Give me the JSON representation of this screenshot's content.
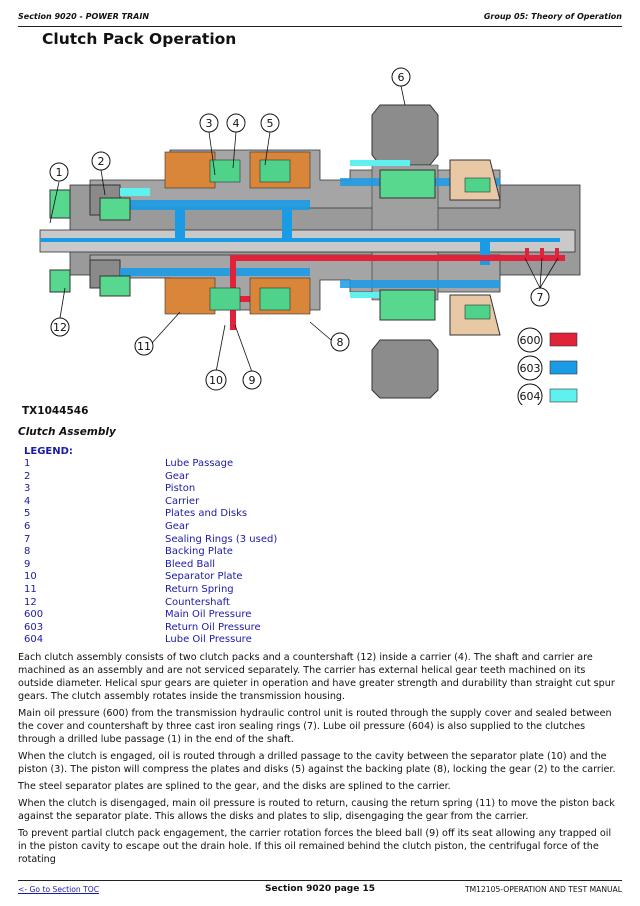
{
  "header": {
    "section": "Section 9020 - POWER TRAIN",
    "group": "Group 05: Theory of Operation"
  },
  "title": "Clutch Pack Operation",
  "figure": {
    "id": "TX1044546",
    "caption": "Clutch Assembly",
    "callouts": [
      "1",
      "2",
      "3",
      "4",
      "5",
      "6",
      "7",
      "8",
      "9",
      "10",
      "11",
      "12"
    ],
    "pressure_keys": [
      {
        "label": "600",
        "color": "#e0223a"
      },
      {
        "label": "603",
        "color": "#1a9be6"
      },
      {
        "label": "604",
        "color": "#5ff0f0"
      }
    ]
  },
  "legend": {
    "title": "LEGEND:",
    "items": [
      {
        "num": "1",
        "text": "Lube Passage"
      },
      {
        "num": "2",
        "text": "Gear"
      },
      {
        "num": "3",
        "text": "Piston"
      },
      {
        "num": "4",
        "text": "Carrier"
      },
      {
        "num": "5",
        "text": "Plates and Disks"
      },
      {
        "num": "6",
        "text": "Gear"
      },
      {
        "num": "7",
        "text": "Sealing Rings (3 used)"
      },
      {
        "num": "8",
        "text": "Backing Plate"
      },
      {
        "num": "9",
        "text": "Bleed Ball"
      },
      {
        "num": "10",
        "text": "Separator Plate"
      },
      {
        "num": "11",
        "text": "Return Spring"
      },
      {
        "num": "12",
        "text": "Countershaft"
      },
      {
        "num": "600",
        "text": "Main Oil Pressure"
      },
      {
        "num": "603",
        "text": "Return Oil Pressure"
      },
      {
        "num": "604",
        "text": "Lube Oil Pressure"
      }
    ]
  },
  "paragraphs": [
    "Each clutch assembly consists of two clutch packs and a countershaft (12) inside a carrier (4). The shaft and carrier are machined as an assembly and are not serviced separately. The carrier has external helical gear teeth machined on its outside diameter. Helical spur gears are quieter in operation and have greater strength and durability than straight cut spur gears. The clutch assembly rotates inside the transmission housing.",
    "Main oil pressure (600) from the transmission hydraulic control unit is routed through the supply cover and sealed between the cover and countershaft by three cast iron sealing rings (7). Lube oil pressure (604) is also supplied to the clutches through a drilled lube passage (1) in the end of the shaft.",
    "When the clutch is engaged, oil is routed through a drilled passage to the cavity between the separator plate (10) and the piston (3). The piston will compress the plates and disks (5) against the backing plate (8), locking the gear (2) to the carrier.",
    "The steel separator plates are splined to the gear, and the disks are splined to the carrier.",
    "When the clutch is disengaged, main oil pressure is routed to return, causing the return spring (11) to move the piston back against the separator plate. This allows the disks and plates to slip, disengaging the gear from the carrier.",
    "To prevent partial clutch pack engagement, the carrier rotation forces the bleed ball (9) off its seat allowing any trapped oil in the piston cavity to escape out the drain hole. If this oil remained behind the clutch piston, the centrifugal force of the rotating"
  ],
  "footer": {
    "toc_link": "<- Go to Section TOC",
    "page": "Section 9020 page 15",
    "manual": "TM12105-OPERATION AND TEST MANUAL"
  }
}
